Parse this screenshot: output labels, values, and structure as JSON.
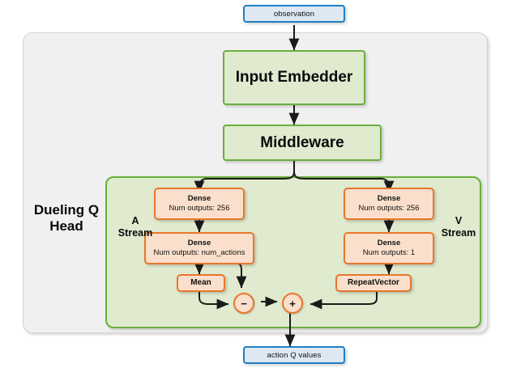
{
  "diagram": {
    "title_label": "Dueling Q Head",
    "input_node": {
      "label": "observation"
    },
    "output_node": {
      "label": "action Q values"
    },
    "backbone": [
      {
        "label": "Input Embedder"
      },
      {
        "label": "Middleware"
      }
    ],
    "streams": {
      "advantage": {
        "label_line1": "A",
        "label_line2": "Stream",
        "nodes": [
          {
            "title": "Dense",
            "subtitle": "Num outputs: 256"
          },
          {
            "title": "Dense",
            "subtitle": "Num outputs: num_actions"
          },
          {
            "title": "Mean"
          }
        ],
        "operator": "−"
      },
      "value": {
        "label_line1": "V",
        "label_line2": "Stream",
        "nodes": [
          {
            "title": "Dense",
            "subtitle": "Num outputs: 256"
          },
          {
            "title": "Dense",
            "subtitle": "Num outputs: 1"
          },
          {
            "title": "RepeatVector"
          }
        ]
      },
      "merge_operator": "+"
    },
    "colors": {
      "io_border": "#1f7fc4",
      "io_fill": "#dde8f3",
      "green_border": "#6aaf3e",
      "green_fill": "#dfeacf",
      "orange_border": "#e8762c",
      "orange_fill": "#fae0cc",
      "panel_fill": "#f0f0f0",
      "arrow": "#1a1a1a"
    }
  }
}
